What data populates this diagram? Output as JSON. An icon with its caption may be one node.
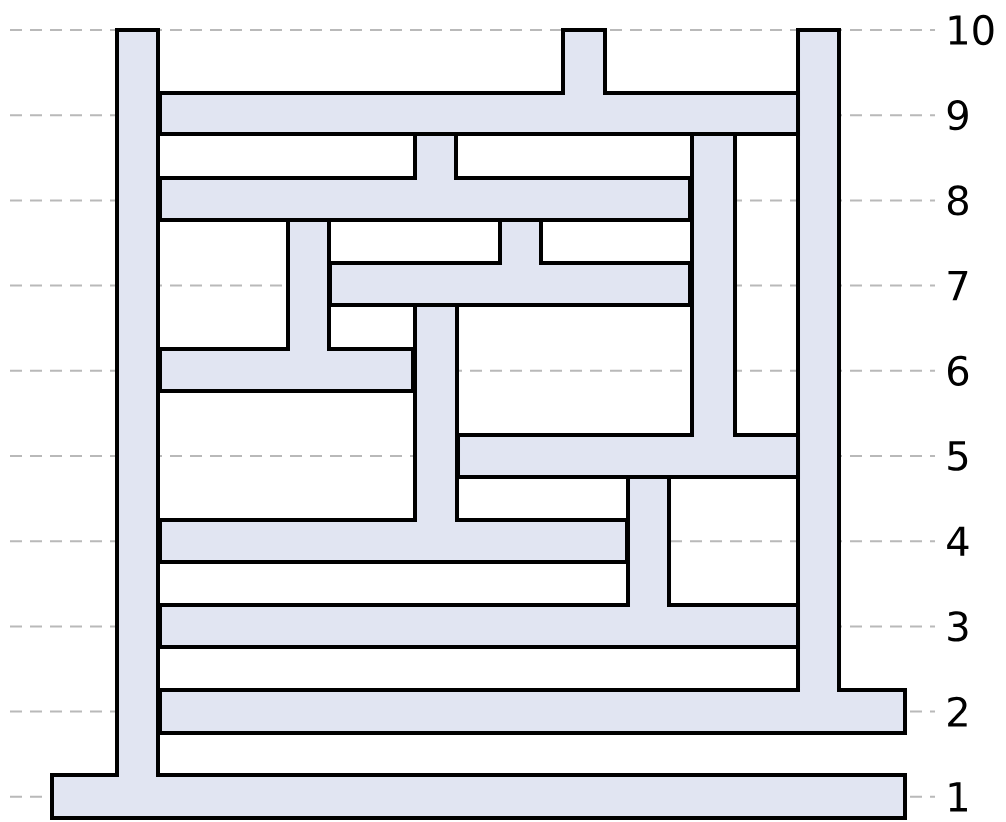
{
  "diagram": {
    "labels": [
      "10",
      "9",
      "8",
      "7",
      "6",
      "5",
      "4",
      "3",
      "2",
      "1"
    ]
  }
}
